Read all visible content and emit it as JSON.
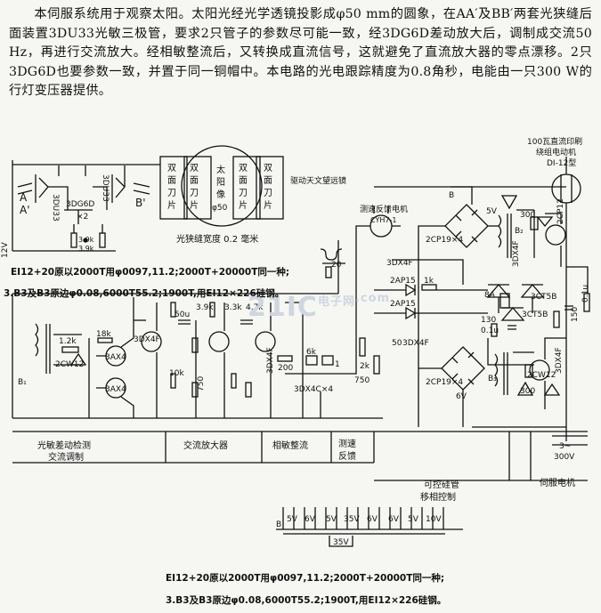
{
  "paragraph": "本伺服系统用于观察太阳。太阳光经光学透镜投影成φ50 mm的圆象，在AA′及BB′两套光狭缝后面装置3DU33光敏三极管，要求2只管子的参数尽可能一致，经3DG6D差动放大后，调制成交流50 Hz，再进行交流放大。经相敏整流后，又转换成直流信号，这就避免了直流放大器的零点漂移。2只3DG6D也要参数一致，并置于同一铜帽中。本电路的光电跟踪精度为0.8角秒，电能由一只300 W的行灯变压器提供。",
  "notes": {
    "line1": "EI12+20原以2000T用φ0097,11.2;2000T+20000T同一种;",
    "line2": "3.B3及B3原边φ0.08,6000T55.2;1900T,用EI12×226硅钢。"
  },
  "watermark": {
    "brand": "21IC",
    "cn": "电子网",
    "dom": ".com"
  },
  "labels": {
    "motor_title": "100瓦直流印刷",
    "motor_title2": "绕组电动机",
    "motor_model": "DI-12型",
    "a": "A",
    "a_prime": "A'",
    "b_prime": "B'",
    "q1": "3DU33",
    "q2": "3DU33",
    "diffamp": "3DG6D",
    "x2": "×2",
    "r39k_1": "3.9k",
    "r39k_2": "3.9k",
    "v12": "12V",
    "slit_l1": "双",
    "slit_l2": "面",
    "slit_l3": "刀",
    "slit_l4": "片",
    "sun1": "太",
    "sun2": "阳",
    "sun3": "像",
    "sun4": "φ50",
    "slit_width": "光狭缝宽度 0.2 毫米",
    "drive": "驱动天文望远镜",
    "tacho": "测速反馈电机",
    "tacho_model": "CYH7-1",
    "b1": "B₁",
    "b2": "B₂",
    "b3": "B₃",
    "bb": "B",
    "diode_bridge1": "2CP19×4",
    "diode_bridge2": "2CP19×4",
    "q3dx4f_1": "3DX4F",
    "q3dx4f_2": "3DX4F",
    "q3dx4f_3": "3DX4F",
    "q3dx4f_4": "3DX4F",
    "q3dx4f_5": "3DX4F",
    "q3dx4f_6": "3DX4F",
    "q2ap15_1": "2AP15",
    "q2ap15_2": "2AP15",
    "r1k": "1k",
    "scr1": "3CT5B",
    "scr2": "3CT5B",
    "fuse": "8A",
    "r130": "130",
    "c01u": "0.1u",
    "r150": "150",
    "c01u2": "0.1u",
    "zener1": "2CW12",
    "zener2": "2CP12",
    "zener3": "2CW12",
    "r300": "300",
    "r300b": "300",
    "v5": "5V",
    "v6": "6V",
    "r12k": "1.2k",
    "r18k": "18k",
    "q3ax4": "3AX4",
    "q3ax4b": "3AX4",
    "c50u": "50u",
    "r33k": "3.3k",
    "r39k": "3.9k",
    "r47k": "4.7k",
    "r750": "750",
    "r10k": "10k",
    "r200": "200",
    "r6k": "6k",
    "r2k": "2k",
    "r20": "20",
    "r750b": "750",
    "r1": "1",
    "q3dx4cx4": "3DX4C×4",
    "v50": "50",
    "ac300": "3~",
    "ac300v": "300V",
    "v35": "35V",
    "v5b": "5V",
    "v6b": "6V",
    "v10": "10V",
    "v5c": "5V",
    "v35b": "35V",
    "v6c": "6V",
    "v6d": "6V",
    "v5d": "5V"
  },
  "sections": [
    {
      "top": "光敏差动检测",
      "bottom": "交流调制"
    },
    {
      "top": "交流放大器",
      "bottom": ""
    },
    {
      "top": "相敏整流",
      "bottom": ""
    },
    {
      "top": "测速",
      "bottom": "反馈"
    },
    {
      "top": "可控硅管",
      "bottom": "移相控制"
    },
    {
      "top": "伺服电机",
      "bottom": ""
    }
  ]
}
